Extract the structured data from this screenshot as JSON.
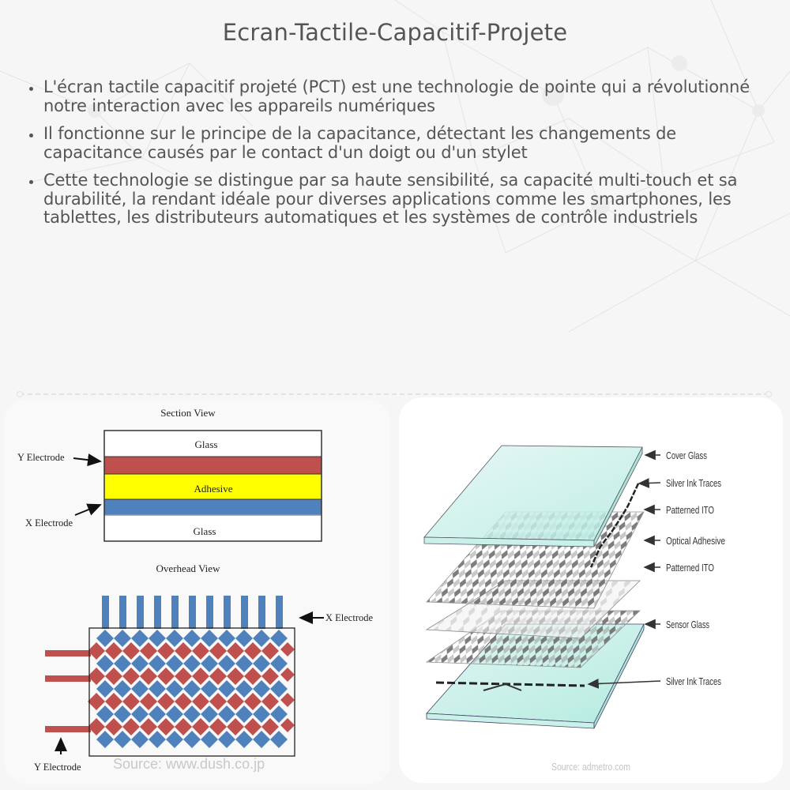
{
  "page": {
    "title": "Ecran-Tactile-Capacitif-Projete",
    "bullets": [
      "L'écran tactile capacitif projeté (PCT) est une technologie de pointe qui a révolutionné notre interaction avec les appareils numériques",
      "Il fonctionne sur le principe de la capacitance, détectant les changements de capacitance causés par le contact d'un doigt ou d'un stylet",
      "Cette technologie se distingue par sa haute sensibilité, sa capacité multi-touch et sa durabilité, la rendant idéale pour diverses applications comme les smartphones, les tablettes, les distributeurs automatiques et les systèmes de contrôle industriels"
    ]
  },
  "left_figure": {
    "section_title": "Section View",
    "layers": {
      "glass_top": "Glass",
      "adhesive": "Adhesive",
      "glass_bottom": "Glass"
    },
    "y_electrode_label": "Y Electrode",
    "x_electrode_label": "X Electrode",
    "overhead_title": "Overhead View",
    "overhead_x_label": "X Electrode",
    "overhead_y_label": "Y Electrode",
    "source": "Source: www.dush.co.jp",
    "colors": {
      "y_electrode": "#c0504d",
      "x_electrode": "#4f81bd",
      "adhesive": "#ffff00"
    }
  },
  "right_figure": {
    "labels": [
      "Cover Glass",
      "Silver Ink Traces",
      "Patterned ITO",
      "Optical Adhesive",
      "Patterned ITO",
      "Sensor Glass",
      "Silver Ink Traces"
    ],
    "source": "Source: admetro.com",
    "colors": {
      "glass": "#c8efe8",
      "pattern": "#777777"
    }
  }
}
